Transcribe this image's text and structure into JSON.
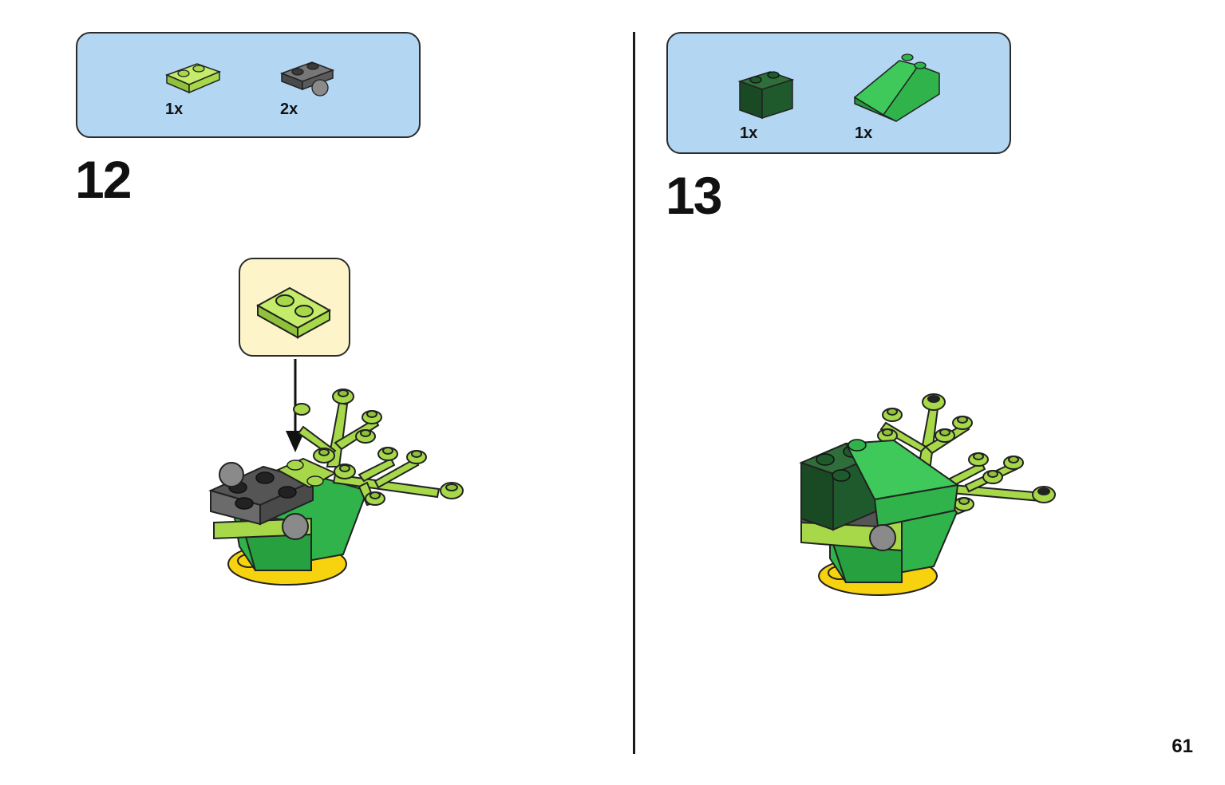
{
  "steps": [
    {
      "number": "12",
      "parts": [
        {
          "qty": "1x",
          "icon": "lime-plate-1x2-icon",
          "color": "#a6d84a"
        },
        {
          "qty": "2x",
          "icon": "dark-gray-plate-with-ball-icon",
          "color": "#5a5a5a"
        }
      ],
      "callout_icon": "lime-plate-1x2-icon",
      "model_icon": "bird-model-step-12-icon"
    },
    {
      "number": "13",
      "parts": [
        {
          "qty": "1x",
          "icon": "dark-green-brick-1x2-icon",
          "color": "#1f5a2c"
        },
        {
          "qty": "1x",
          "icon": "green-slope-brick-icon",
          "color": "#2fb34a"
        }
      ],
      "model_icon": "bird-model-step-13-icon"
    }
  ],
  "page_number": "61",
  "colors": {
    "parts_box_bg": "#b3d6f2",
    "callout_bg": "#fdf5c9",
    "lime": "#a6d84a",
    "green": "#2fb34a",
    "dark_green": "#1f5a2c",
    "dark_gray": "#5a5a5a",
    "yellow": "#f7d20e"
  }
}
